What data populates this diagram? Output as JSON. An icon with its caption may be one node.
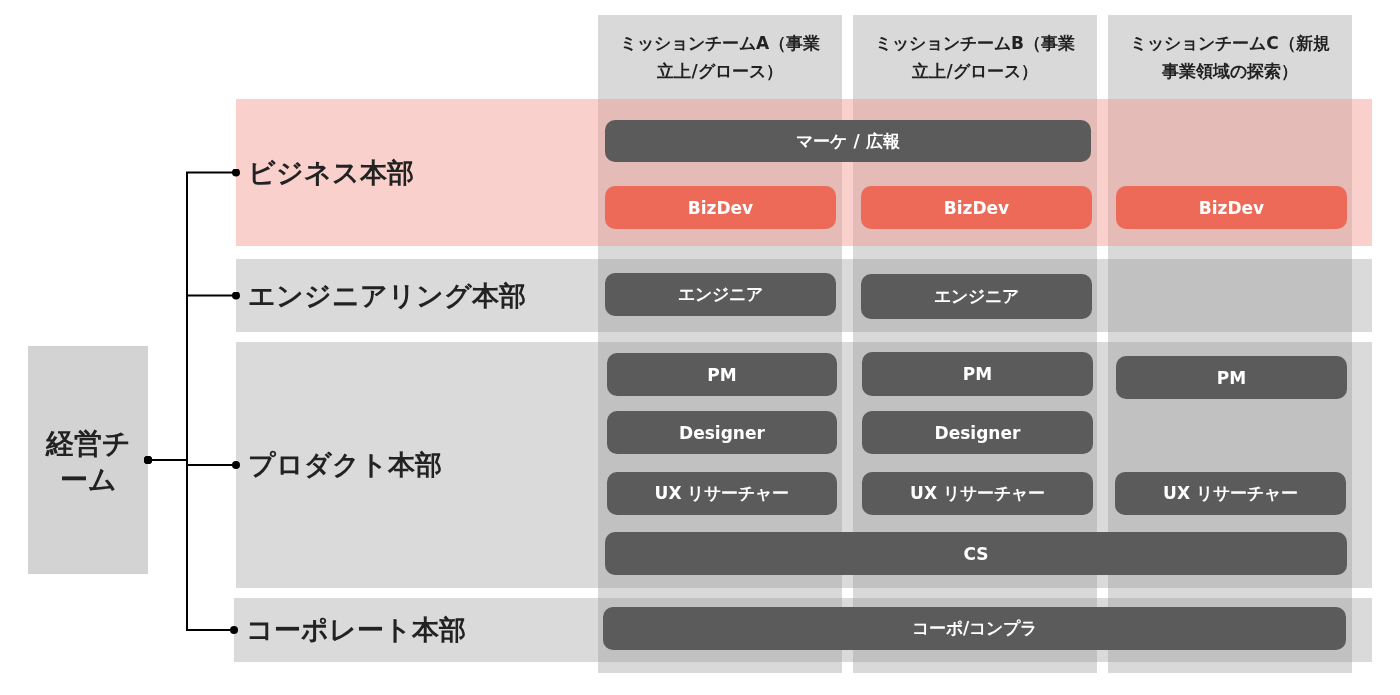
{
  "diagram": {
    "nodes": [
      {
        "text": [
          "経営チーム"
        ]
      },
      {
        "text": [
          "ミッションチームA（事業立上/グロース）"
        ]
      },
      {
        "text": [
          "ミッションチームB（事業立上/グロース）"
        ]
      },
      {
        "text": [
          "ミッションチームC（新規事業領域の探索）"
        ]
      },
      {
        "text": [
          "ビジネス本部"
        ]
      },
      {
        "text": [
          "エンジニアリング本部"
        ]
      },
      {
        "text": [
          "プロダクト本部"
        ]
      },
      {
        "text": [
          "コーポレート本部"
        ]
      },
      {
        "text": [
          "マーケ / 広報"
        ],
        "in": 4
      },
      {
        "text": [
          "BizDev"
        ]
      },
      {
        "text": [
          "BizDev"
        ]
      },
      {
        "text": [
          "BizDev"
        ]
      },
      {
        "text": [
          "エンジニア"
        ]
      },
      {
        "text": [
          "エンジニア"
        ]
      },
      {
        "text": [
          "PM"
        ]
      },
      {
        "text": [
          "PM"
        ]
      },
      {
        "text": [
          "PM"
        ]
      },
      {
        "text": [
          "Designer"
        ]
      },
      {
        "text": [
          "Designer"
        ]
      },
      {
        "text": [
          "UX リサーチャー"
        ]
      },
      {
        "text": [
          "UX リサーチャー"
        ]
      },
      {
        "text": [
          "UX リサーチャー"
        ]
      },
      {
        "text": [
          "CS"
        ],
        "in": 6
      },
      {
        "text": [
          "コーポ/コンプラ"
        ],
        "in": 7
      }
    ],
    "edges": [
      {
        "from": 0,
        "to": 4,
        "arrow": "other"
      },
      {
        "from": 0,
        "to": 5,
        "arrow": "other"
      },
      {
        "from": 0,
        "to": 6,
        "arrow": "other"
      },
      {
        "from": 0,
        "to": 7,
        "arrow": "other"
      }
    ]
  }
}
